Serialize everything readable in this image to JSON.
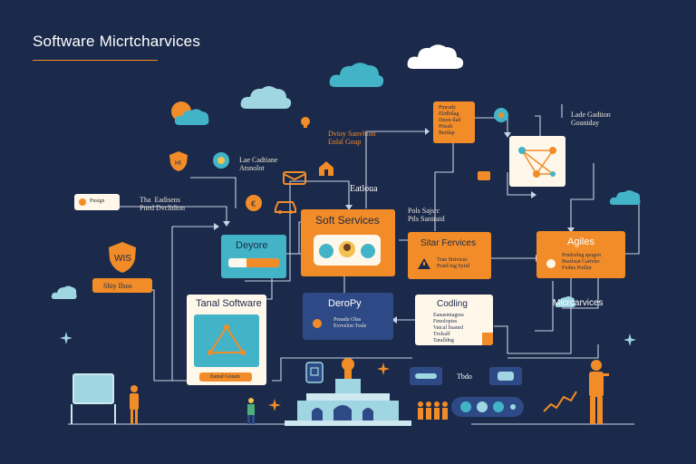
{
  "title": "Software Micrtcharvices",
  "colors": {
    "background": "#1b2a4a",
    "accent_orange": "#f28c28",
    "accent_teal": "#43b4c8",
    "cream": "#fff7ea",
    "navy_box": "#2e4a86"
  },
  "labels": {
    "top_mid_label": "Dvioy Sanvltion\nEnlal Goap",
    "left_mid_label": "Lae Cadtiane\nAtsnolot",
    "lade_label": "Lade Gadtion\nGoaniday",
    "eatloua": "Eatloua",
    "pnsign": "Pnsign",
    "tha_label": "Tha  Eadisens\nPned Dvclidion",
    "pos_label": "Pols Sajsrc\nPtls Saniraid",
    "card_top_lines": "Pmrudy\nElrdbilag\nDnon-ilad\nPrtsalt\nBertlap",
    "wis_badge": "WIS",
    "shy_label": "Shiy Ilsos",
    "microservices_label": "Micrcarvices",
    "tbdo": "Tbdo"
  },
  "nodes": {
    "deyore": {
      "title": "Deyore"
    },
    "soft_services": {
      "title": "Soft Services"
    },
    "sitar_services": {
      "title": "Sitar Fervices",
      "lines": "Tran Strivices\nPraid ing Syiid"
    },
    "agiles": {
      "title": "Agiles",
      "lines": "Prntlorlng spogen\nBsetlsiat Carfelsr\nFiohrs Poillar"
    },
    "tanal_software": {
      "title": "Tanal Software",
      "btn": "Eansd Gotarn"
    },
    "deropy": {
      "title": "DeroPy",
      "lines": "Penadu Olas\nEvrvelon Tosle"
    },
    "coding": {
      "title": "Codling",
      "lines": "Eanasiniagrea\nFenolopies\nVatcal lisanrd\nTrolsalf\nTaralldng"
    }
  },
  "icons": [
    "cloud-icon",
    "sun-icon",
    "shield-icon",
    "gear-icon",
    "briefcase-icon",
    "lock-icon",
    "car-icon",
    "pin-icon",
    "network-graph-icon",
    "warning-icon",
    "building-icon",
    "person-icon",
    "star-icon",
    "chart-icon",
    "whiteboard-icon"
  ]
}
